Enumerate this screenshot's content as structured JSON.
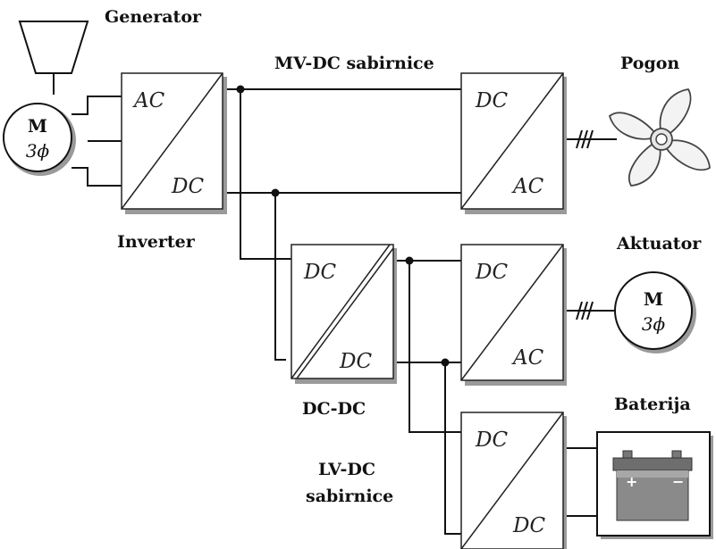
{
  "labels": {
    "generator": "Generator",
    "inverter": "Inverter",
    "mv_bus": "MV-DC sabirnice",
    "drive": "Pogon",
    "actuator": "Aktuator",
    "dcdc": "DC-DC",
    "battery": "Baterija",
    "lv_bus_line1": "LV-DC",
    "lv_bus_line2": "sabirnice"
  },
  "motor": {
    "letter": "M",
    "phase": "3ϕ"
  },
  "converters": {
    "inverter": {
      "top": "AC",
      "bottom": "DC"
    },
    "drive_inverter": {
      "top": "DC",
      "bottom": "AC"
    },
    "dcdc": {
      "top": "DC",
      "bottom": "DC"
    },
    "actuator_inverter": {
      "top": "DC",
      "bottom": "AC"
    },
    "battery_converter": {
      "top": "DC",
      "bottom": "DC"
    }
  },
  "colors": {
    "wire": "#111111",
    "box_shadow": "#9a9a9a",
    "battery_body": "#8a8a8a"
  }
}
